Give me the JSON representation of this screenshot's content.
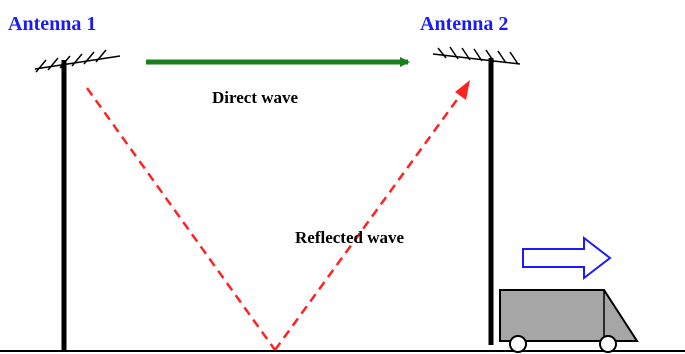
{
  "labels": {
    "antenna_1": "Antenna 1",
    "antenna_2": "Antenna 2",
    "direct_wave": "Direct wave",
    "reflected_wave": "Reflected wave"
  },
  "colors": {
    "antenna_label": "#1a1aff",
    "direct_wave_arrow": "#1a7f1a",
    "reflected_wave": "#ff2222",
    "vehicle_body": "#a6a6a6",
    "motion_arrow_stroke": "#1a1aff",
    "structure": "#000000"
  }
}
